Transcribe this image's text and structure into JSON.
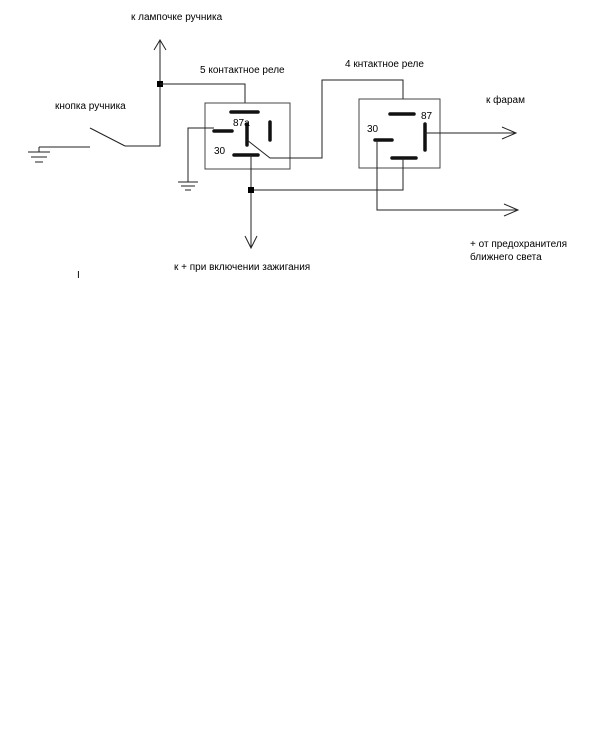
{
  "labels": {
    "lamp": "к лампочке ручника",
    "button": "кнопка ручника",
    "relay5": "5 контактное реле",
    "relay4": "4 кнтактное реле",
    "headlights": "к фарам",
    "ignition": "к + при включении зажигания",
    "fuse_line1": "+ от предохранителя",
    "fuse_line2": "ближнего света",
    "cursor": "I"
  },
  "relay5_pins": {
    "p87a": "87a",
    "p30": "30"
  },
  "relay4_pins": {
    "p87": "87",
    "p30": "30"
  }
}
